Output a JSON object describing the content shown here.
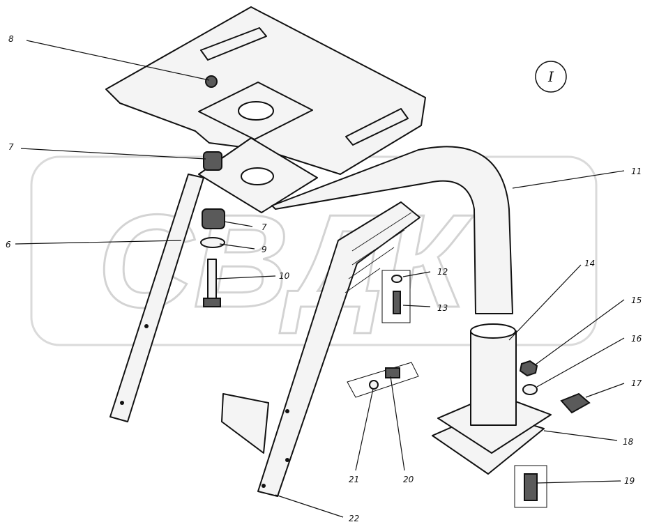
{
  "view_label": "I",
  "watermark": "СВДК",
  "callouts": [
    {
      "id": "c8",
      "label": "8"
    },
    {
      "id": "c7a",
      "label": "7"
    },
    {
      "id": "c7b",
      "label": "7"
    },
    {
      "id": "c6",
      "label": "6"
    },
    {
      "id": "c9",
      "label": "9"
    },
    {
      "id": "c10",
      "label": "10"
    },
    {
      "id": "c11",
      "label": "11"
    },
    {
      "id": "c12",
      "label": "12"
    },
    {
      "id": "c13",
      "label": "13"
    },
    {
      "id": "c14",
      "label": "14"
    },
    {
      "id": "c15",
      "label": "15"
    },
    {
      "id": "c16",
      "label": "16"
    },
    {
      "id": "c17",
      "label": "17"
    },
    {
      "id": "c18",
      "label": "18"
    },
    {
      "id": "c19",
      "label": "19"
    },
    {
      "id": "c20",
      "label": "20"
    },
    {
      "id": "c21",
      "label": "21"
    },
    {
      "id": "c22",
      "label": "22"
    }
  ]
}
